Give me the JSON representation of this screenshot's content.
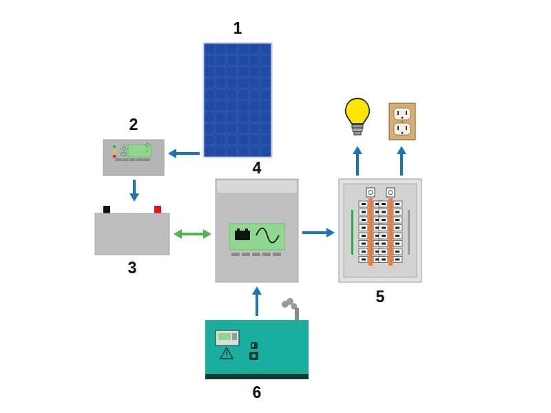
{
  "diagram": {
    "nodes": [
      {
        "text": [
          "1"
        ]
      },
      {
        "text": [
          "2"
        ]
      },
      {
        "text": [
          "3"
        ]
      },
      {
        "text": [
          "4"
        ]
      },
      {
        "text": [
          "5"
        ]
      },
      {
        "text": [
          "6"
        ]
      }
    ],
    "edges": [
      {
        "from": 0,
        "to": 1,
        "arrow": "to"
      },
      {
        "from": 1,
        "to": 2,
        "arrow": "to"
      },
      {
        "from": 2,
        "to": 3,
        "arrow": "both"
      },
      {
        "from": 3,
        "to": 4,
        "arrow": "to"
      },
      {
        "from": 5,
        "to": 3,
        "arrow": "to"
      }
    ]
  }
}
